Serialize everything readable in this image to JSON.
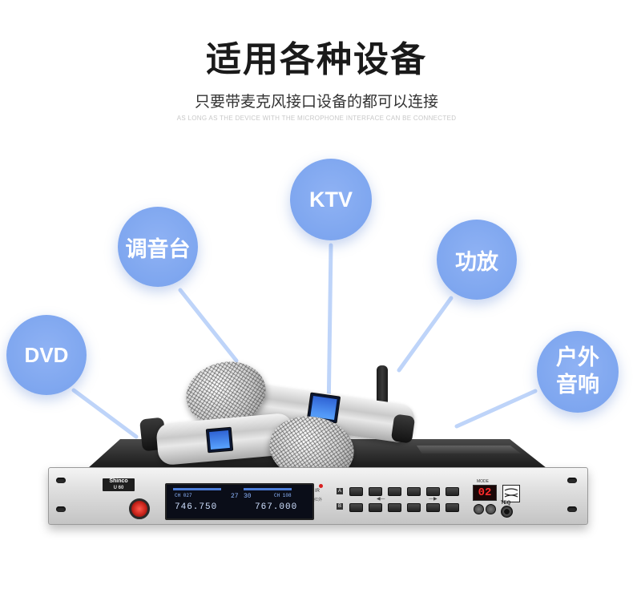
{
  "header": {
    "title": "适用各种设备",
    "subtitle": "只要带麦克风接口设备的都可以连接",
    "subtitle_en": "AS LONG AS THE DEVICE WITH THE MICROPHONE INTERFACE CAN BE CONNECTED"
  },
  "bubbles": {
    "dvd": "DVD",
    "mixer": "调音台",
    "ktv": "KTV",
    "amplifier": "功放",
    "speaker_line1": "户外",
    "speaker_line2": "音响"
  },
  "colors": {
    "bubble": "#7ea6ef",
    "connector": "#9fc0f5",
    "title": "#1a1a1a",
    "led": "#ff2b2b"
  },
  "device": {
    "brand": "Shinco",
    "model": "U 60",
    "display": {
      "ch_a": "CH 027",
      "ch_a_level": "27",
      "freq_a": "746.750",
      "ch_b": "CH 108",
      "ch_b_level": "30",
      "freq_b": "767.000"
    },
    "ir_label": "IR",
    "ir_sub": "红外",
    "channel_a": "A",
    "channel_b": "B",
    "mode_label": "MODE",
    "led_value": "02",
    "logo_text": "TEQ"
  }
}
